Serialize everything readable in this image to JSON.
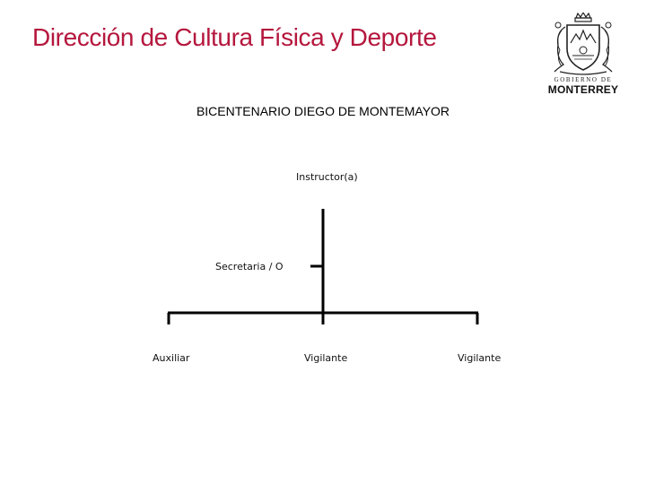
{
  "header": {
    "title": "Dirección de Cultura Física y Deporte",
    "title_color": "#b5173d"
  },
  "logo": {
    "subtitle": "GOBIERNO DE",
    "name": "MONTERREY"
  },
  "org_chart": {
    "title": "BICENTENARIO DIEGO DE MONTEMAYOR",
    "nodes": {
      "top": "Instructor(a)",
      "assistant": "Secretaria / O",
      "bottom_left": "Auxiliar",
      "bottom_center": "Vigilante",
      "bottom_right": "Vigilante"
    },
    "line_color": "#000000"
  }
}
